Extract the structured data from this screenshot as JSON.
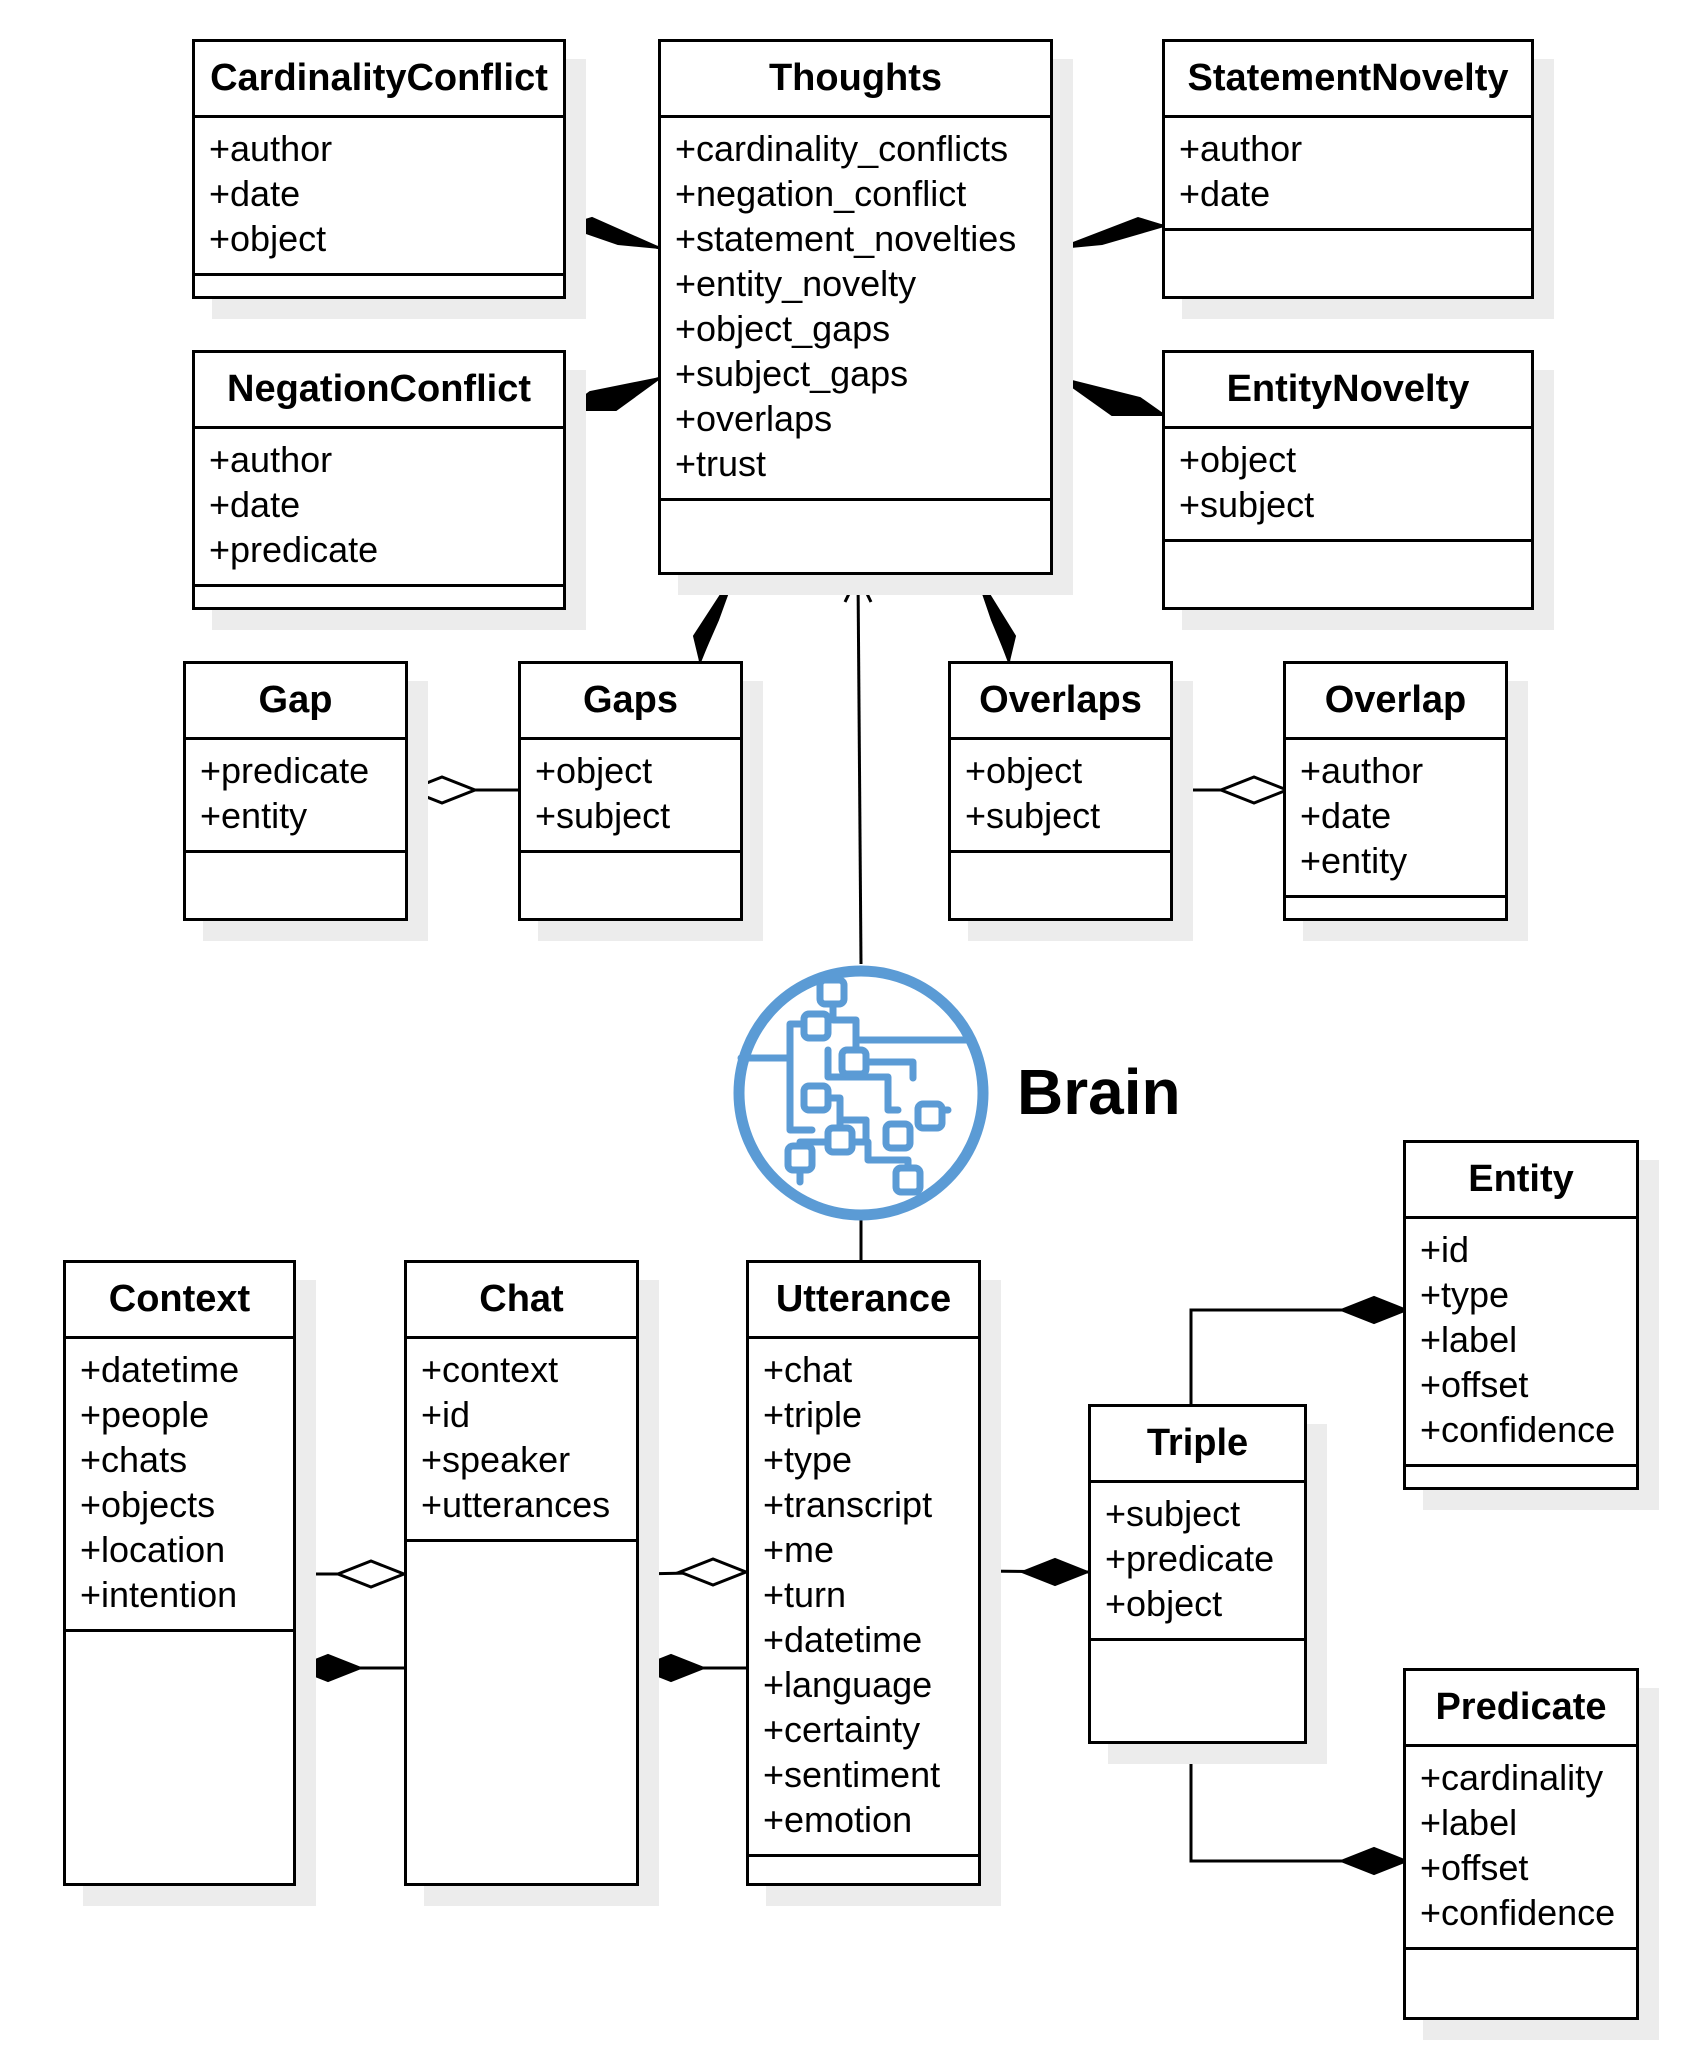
{
  "brain": {
    "title": "Brain",
    "logo_icon": "brain-circuit-icon",
    "logo_color": "#5b9bd5"
  },
  "classes": [
    {
      "name": "CardinalityConflict",
      "attributes": [
        "+author",
        "+date",
        "+object"
      ]
    },
    {
      "name": "Thoughts",
      "attributes": [
        "+cardinality_conflicts",
        "+negation_conflict",
        "+statement_novelties",
        "+entity_novelty",
        "+object_gaps",
        "+subject_gaps",
        "+overlaps",
        "+trust"
      ]
    },
    {
      "name": "StatementNovelty",
      "attributes": [
        "+author",
        "+date"
      ]
    },
    {
      "name": "NegationConflict",
      "attributes": [
        "+author",
        "+date",
        "+predicate"
      ]
    },
    {
      "name": "EntityNovelty",
      "attributes": [
        "+object",
        "+subject"
      ]
    },
    {
      "name": "Gap",
      "attributes": [
        "+predicate",
        "+entity"
      ]
    },
    {
      "name": "Gaps",
      "attributes": [
        "+object",
        "+subject"
      ]
    },
    {
      "name": "Overlaps",
      "attributes": [
        "+object",
        "+subject"
      ]
    },
    {
      "name": "Overlap",
      "attributes": [
        "+author",
        "+date",
        "+entity"
      ]
    },
    {
      "name": "Entity",
      "attributes": [
        "+id",
        "+type",
        "+label",
        "+offset",
        "+confidence"
      ]
    },
    {
      "name": "Context",
      "attributes": [
        "+datetime",
        "+people",
        "+chats",
        "+objects",
        "+location",
        "+intention"
      ]
    },
    {
      "name": "Chat",
      "attributes": [
        "+context",
        "+id",
        "+speaker",
        "+utterances"
      ]
    },
    {
      "name": "Utterance",
      "attributes": [
        "+chat",
        "+triple",
        "+type",
        "+transcript",
        "+me",
        "+turn",
        "+datetime",
        "+language",
        "+certainty",
        "+sentiment",
        "+emotion"
      ]
    },
    {
      "name": "Triple",
      "attributes": [
        "+subject",
        "+predicate",
        "+object"
      ]
    },
    {
      "name": "Predicate",
      "attributes": [
        "+cardinality",
        "+label",
        "+offset",
        "+confidence"
      ]
    }
  ]
}
